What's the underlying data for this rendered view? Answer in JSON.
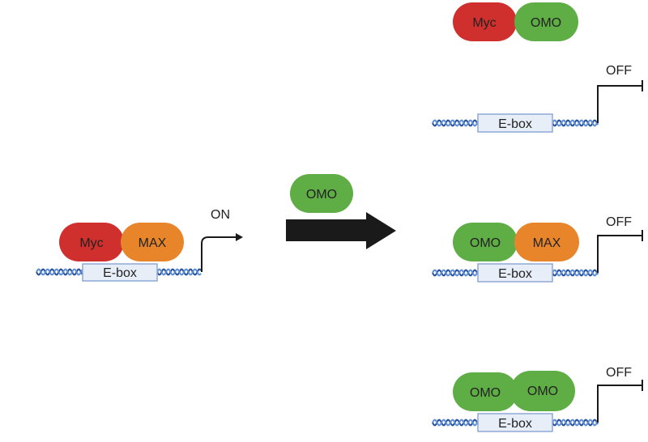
{
  "left_state": {
    "proteins": [
      "Myc",
      "MAX"
    ],
    "promoter": "E-box",
    "status": "ON"
  },
  "treatment": {
    "protein": "OMO"
  },
  "right_states": [
    {
      "free_dimer": [
        "Myc",
        "OMO"
      ],
      "promoter": "E-box",
      "status": "OFF"
    },
    {
      "proteins": [
        "OMO",
        "MAX"
      ],
      "promoter": "E-box",
      "status": "OFF"
    },
    {
      "proteins": [
        "OMO",
        "OMO"
      ],
      "promoter": "E-box",
      "status": "OFF"
    }
  ],
  "colors": {
    "myc": "#d0302d",
    "max": "#e8852a",
    "omo": "#5fad45",
    "ebox_fill": "#e8eef8",
    "ebox_border": "#8fa8d6",
    "dna_strand_1": "#2a4f9a",
    "dna_strand_2": "#5b8fd6",
    "arrow": "#1a1a1a",
    "text": "#222222"
  }
}
